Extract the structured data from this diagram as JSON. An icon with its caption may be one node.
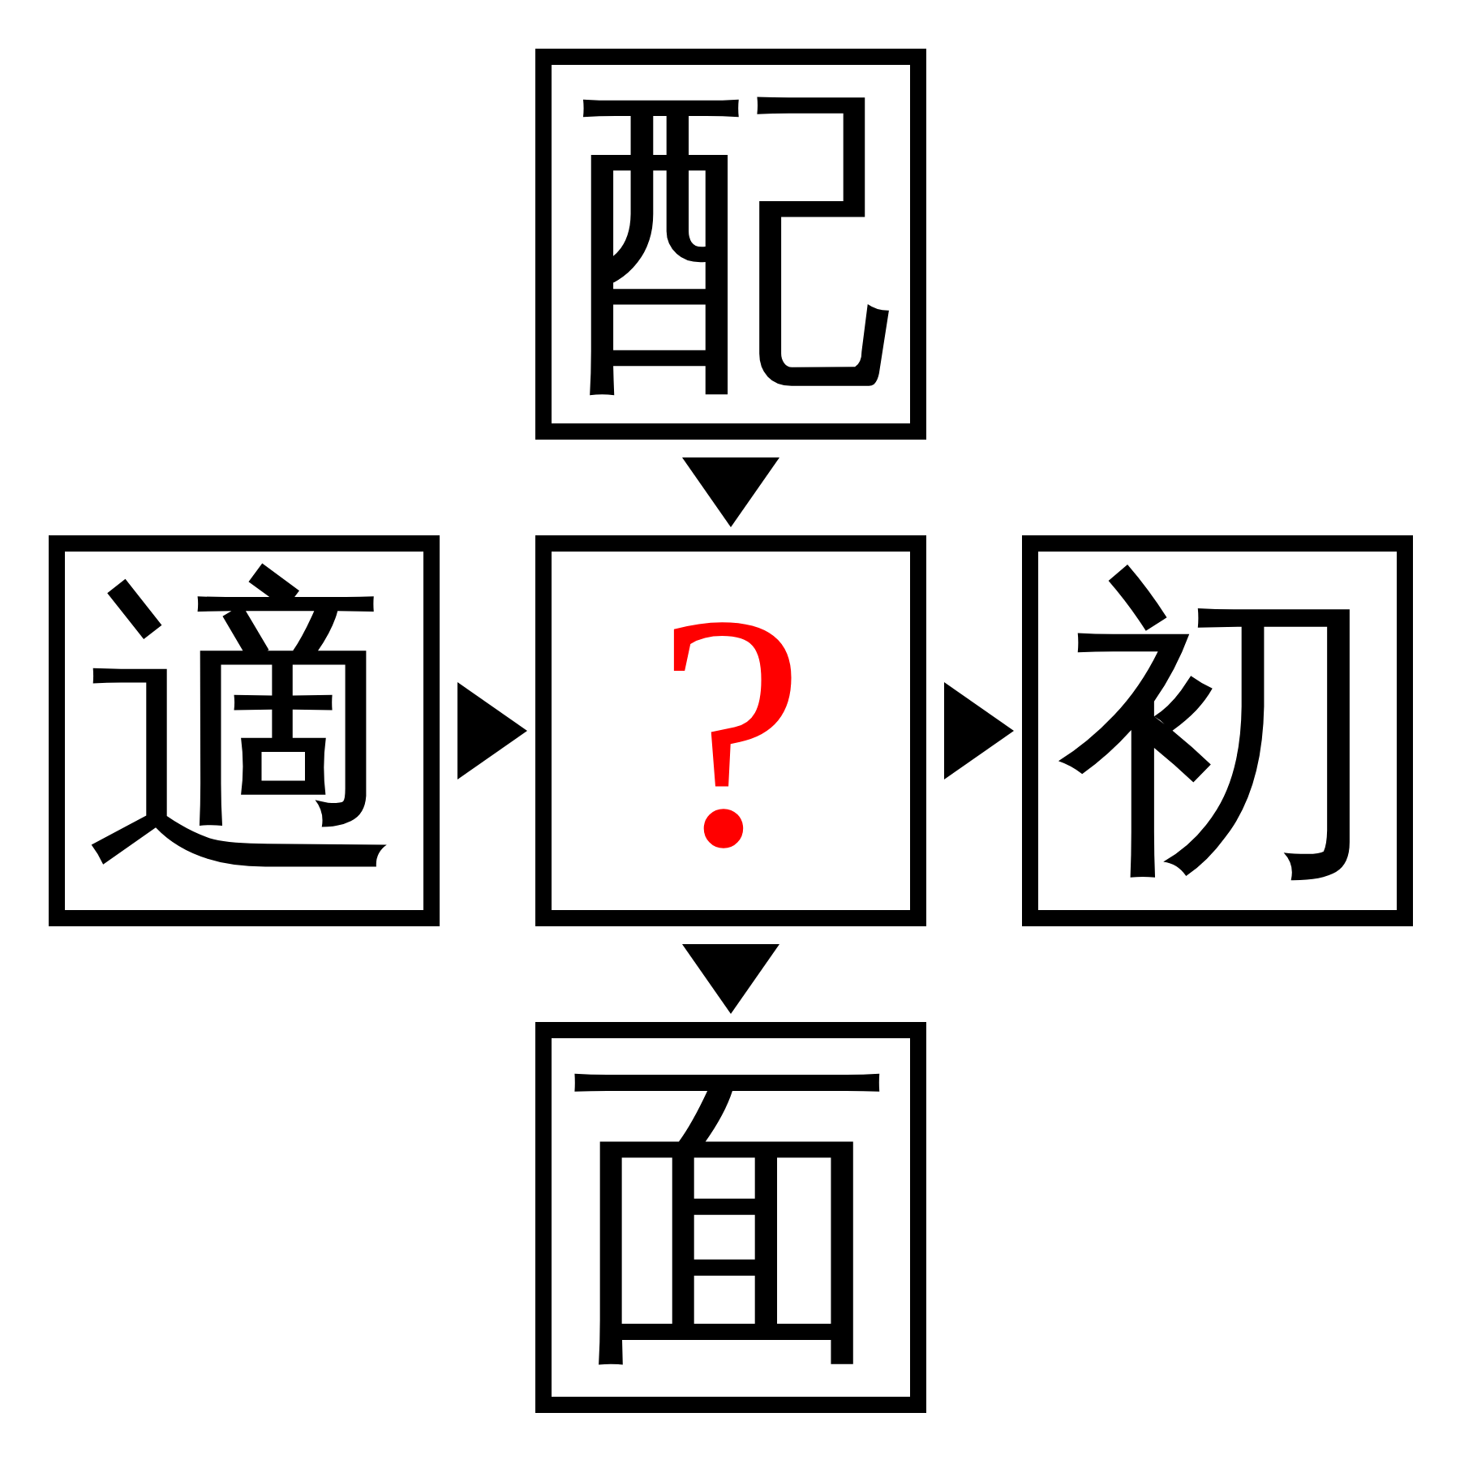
{
  "diagram": {
    "nodes": [
      {
        "text": [
          "配"
        ]
      },
      {
        "text": [
          "適"
        ]
      },
      {
        "text": [
          "?"
        ]
      },
      {
        "text": [
          "初"
        ]
      },
      {
        "text": [
          "面"
        ]
      }
    ],
    "edges": [
      {
        "from": 0,
        "to": 2,
        "arrow": "to"
      },
      {
        "from": 1,
        "to": 2,
        "arrow": "to"
      },
      {
        "from": 2,
        "to": 3,
        "arrow": "to"
      },
      {
        "from": 2,
        "to": 4,
        "arrow": "to"
      }
    ]
  }
}
